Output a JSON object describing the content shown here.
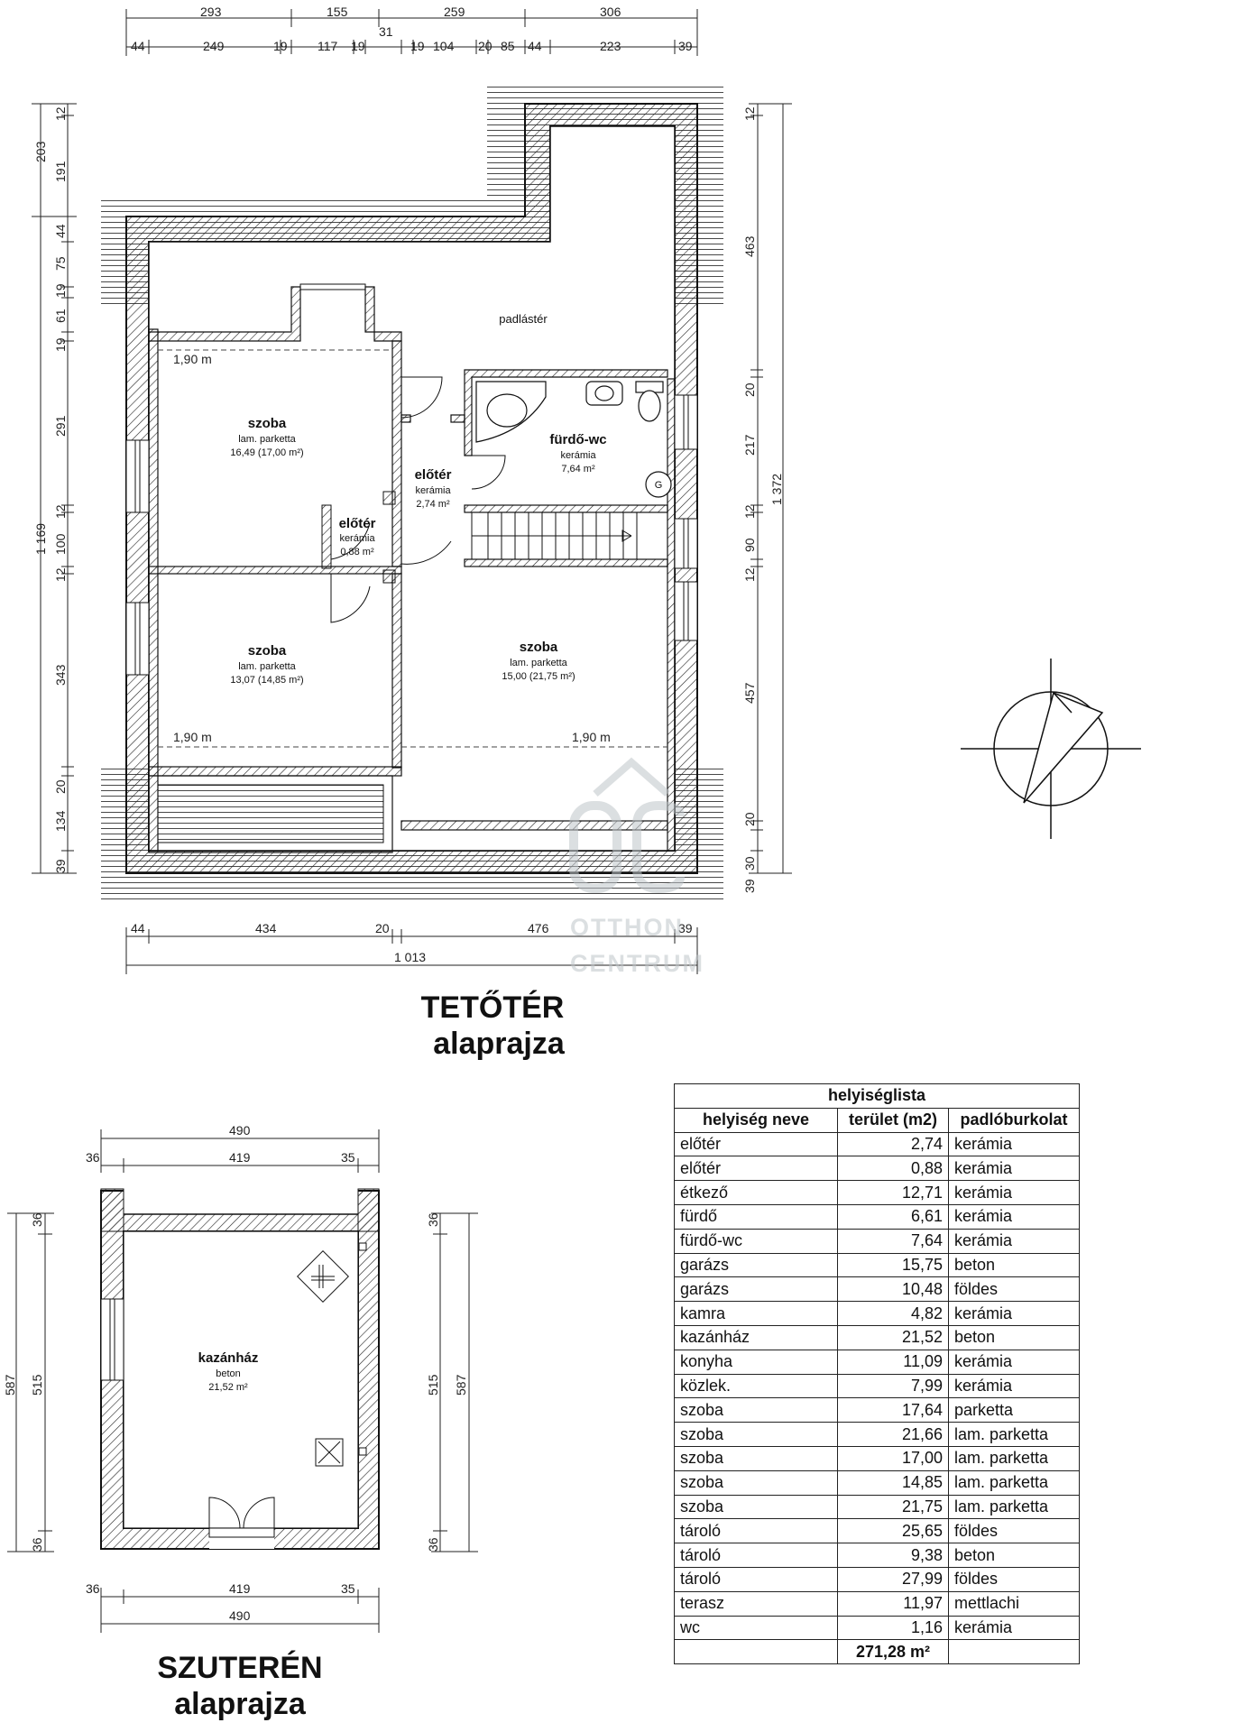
{
  "attic": {
    "title_line1": "TETŐTÉR",
    "title_line2": "alaprajza",
    "top_dims_row1": [
      "293",
      "155",
      "259",
      "306"
    ],
    "top_dims_row2": [
      "44",
      "249",
      "19",
      "117",
      "19",
      "31",
      "19",
      "104",
      "20",
      "85",
      "44",
      "223",
      "39"
    ],
    "left_dims_outer": [
      "203",
      "1 169"
    ],
    "left_dims_inner": [
      "12",
      "191",
      "44",
      "75",
      "19",
      "61",
      "19",
      "291",
      "12",
      "100",
      "12",
      "343",
      "20",
      "134",
      "39"
    ],
    "right_dims_inner": [
      "12",
      "463",
      "20",
      "217",
      "12",
      "90",
      "12",
      "457",
      "20",
      "30",
      "39"
    ],
    "right_dim_outer": "1 372",
    "bottom_dims_row1": [
      "44",
      "434",
      "20",
      "476",
      "39"
    ],
    "bottom_dim_total": "1 013",
    "attic_label": "padlástér",
    "height_labels": [
      "1,90 m",
      "1,90 m",
      "1,90 m"
    ],
    "rooms": [
      {
        "name": "szoba",
        "floor": "lam. parketta",
        "area": "16,49 (17,00 m²)"
      },
      {
        "name": "fürdő-wc",
        "floor": "kerámia",
        "area": "7,64 m²"
      },
      {
        "name": "előtér",
        "floor": "kerámia",
        "area": "2,74 m²"
      },
      {
        "name": "előtér",
        "floor": "kerámia",
        "area": "0,88 m²"
      },
      {
        "name": "szoba",
        "floor": "lam. parketta",
        "area": "13,07 (14,85 m²)"
      },
      {
        "name": "szoba",
        "floor": "lam. parketta",
        "area": "15,00 (21,75 m²)"
      }
    ],
    "boiler_symbol": "G"
  },
  "watermark": {
    "line1": "OTTHON",
    "line2": "CENTRUM"
  },
  "basement": {
    "title_line1": "SZUTERÉN",
    "title_line2": "alaprajza",
    "top_total": "490",
    "top_parts": [
      "36",
      "419",
      "35"
    ],
    "bottom_parts": [
      "36",
      "419",
      "35"
    ],
    "bottom_total": "490",
    "left_outer": "587",
    "left_inner": [
      "36",
      "515",
      "36"
    ],
    "right_outer": "587",
    "right_inner": [
      "36",
      "515",
      "36"
    ],
    "room": {
      "name": "kazánház",
      "floor": "beton",
      "area": "21,52 m²"
    }
  },
  "room_list": {
    "caption": "helyiséglista",
    "headers": [
      "helyiség neve",
      "terület (m2)",
      "padlóburkolat"
    ],
    "rows": [
      [
        "előtér",
        "2,74",
        "kerámia"
      ],
      [
        "előtér",
        "0,88",
        "kerámia"
      ],
      [
        "étkező",
        "12,71",
        "kerámia"
      ],
      [
        "fürdő",
        "6,61",
        "kerámia"
      ],
      [
        "fürdő-wc",
        "7,64",
        "kerámia"
      ],
      [
        "garázs",
        "15,75",
        "beton"
      ],
      [
        "garázs",
        "10,48",
        "földes"
      ],
      [
        "kamra",
        "4,82",
        "kerámia"
      ],
      [
        "kazánház",
        "21,52",
        "beton"
      ],
      [
        "konyha",
        "11,09",
        "kerámia"
      ],
      [
        "közlek.",
        "7,99",
        "kerámia"
      ],
      [
        "szoba",
        "17,64",
        "parketta"
      ],
      [
        "szoba",
        "21,66",
        "lam. parketta"
      ],
      [
        "szoba",
        "17,00",
        "lam. parketta"
      ],
      [
        "szoba",
        "14,85",
        "lam. parketta"
      ],
      [
        "szoba",
        "21,75",
        "lam. parketta"
      ],
      [
        "tároló",
        "25,65",
        "földes"
      ],
      [
        "tároló",
        "9,38",
        "beton"
      ],
      [
        "tároló",
        "27,99",
        "földes"
      ],
      [
        "terasz",
        "11,97",
        "mettlachi"
      ],
      [
        "wc",
        "1,16",
        "kerámia"
      ]
    ],
    "total": "271,28 m²"
  }
}
